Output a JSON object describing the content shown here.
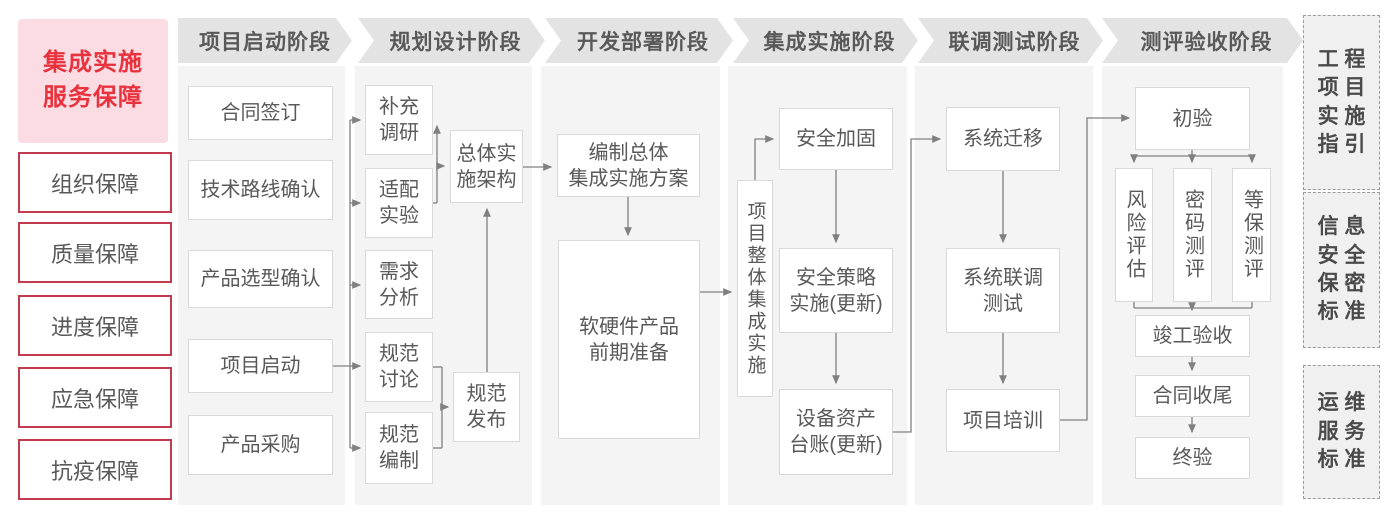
{
  "sidebar": {
    "title": "集成实施\n服务保障",
    "items": [
      "组织保障",
      "质量保障",
      "进度保障",
      "应急保障",
      "抗疫保障"
    ]
  },
  "phases": [
    {
      "label": "项目启动阶段"
    },
    {
      "label": "规划设计阶段"
    },
    {
      "label": "开发部署阶段"
    },
    {
      "label": "集成实施阶段"
    },
    {
      "label": "联调测试阶段"
    },
    {
      "label": "测评验收阶段"
    }
  ],
  "nodes": {
    "contract_sign": {
      "label": "合同签订"
    },
    "tech_route": {
      "label": "技术路线确认"
    },
    "product_selection": {
      "label": "产品选型确认"
    },
    "project_kickoff": {
      "label": "项目启动"
    },
    "procurement": {
      "label": "产品采购"
    },
    "supplement_research": {
      "label": "补充\n调研"
    },
    "adaptation_test": {
      "label": "适配\n实验"
    },
    "requirement_analysis": {
      "label": "需求\n分析"
    },
    "spec_discussion": {
      "label": "规范\n讨论"
    },
    "spec_compilation": {
      "label": "规范\n编制"
    },
    "overall_architecture": {
      "label": "总体实\n施架构"
    },
    "spec_release": {
      "label": "规范\n发布"
    },
    "overall_plan": {
      "label": "编制总体\n集成实施方案"
    },
    "product_preparation": {
      "label": "软硬件产品\n前期准备"
    },
    "overall_integration": {
      "label": "项目整体集成实施"
    },
    "security_hardening": {
      "label": "安全加固"
    },
    "security_policy": {
      "label": "安全策略\n实施(更新)"
    },
    "asset_ledger": {
      "label": "设备资产\n台账(更新)"
    },
    "system_migration": {
      "label": "系统迁移"
    },
    "joint_testing": {
      "label": "系统联调\n测试"
    },
    "project_training": {
      "label": "项目培训"
    },
    "initial_acceptance": {
      "label": "初验"
    },
    "risk_assessment": {
      "label": "风险评估"
    },
    "crypto_evaluation": {
      "label": "密码测评"
    },
    "mlps_evaluation": {
      "label": "等保测评"
    },
    "completion_acceptance": {
      "label": "竣工验收"
    },
    "contract_closure": {
      "label": "合同收尾"
    },
    "final_acceptance": {
      "label": "终验"
    }
  },
  "references": [
    {
      "label": "工 程\n项 目\n实 施\n指 引"
    },
    {
      "label": "信 息\n安 全\n保 密\n标 准"
    },
    {
      "label": "运 维\n服 务\n标 准"
    }
  ],
  "colors": {
    "accent_red": "#e8323e",
    "border_red": "#c23a4e",
    "pink_bg": "#fbdce2",
    "band_gray": "#e3e3e3",
    "panel_gray": "#f4f4f4",
    "text_gray": "#595959",
    "line_gray": "#808080"
  }
}
